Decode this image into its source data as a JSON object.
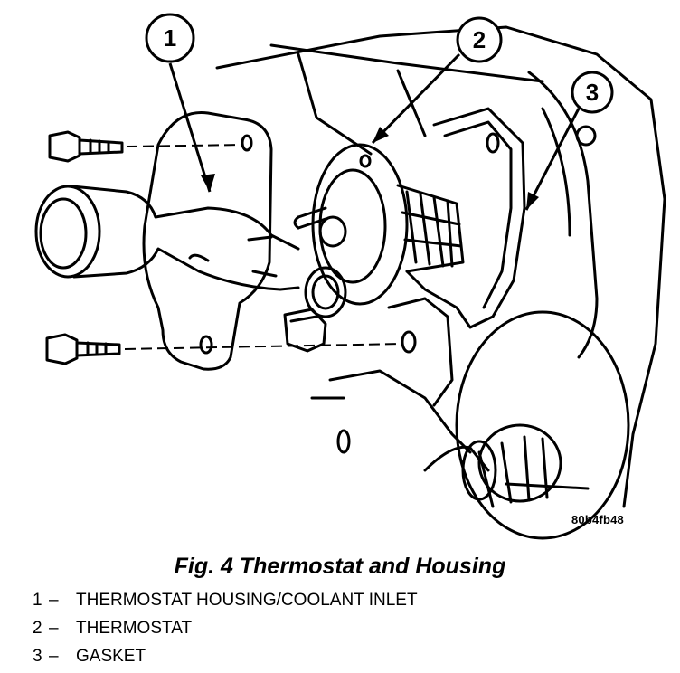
{
  "figure": {
    "callouts": [
      "1",
      "2",
      "3"
    ],
    "image_code": "80b4fb48"
  },
  "caption": "Fig. 4 Thermostat and Housing",
  "legend": [
    {
      "num": "1",
      "dash": "–",
      "label": "THERMOSTAT HOUSING/COOLANT INLET"
    },
    {
      "num": "2",
      "dash": "–",
      "label": "THERMOSTAT"
    },
    {
      "num": "3",
      "dash": "–",
      "label": "GASKET"
    }
  ]
}
